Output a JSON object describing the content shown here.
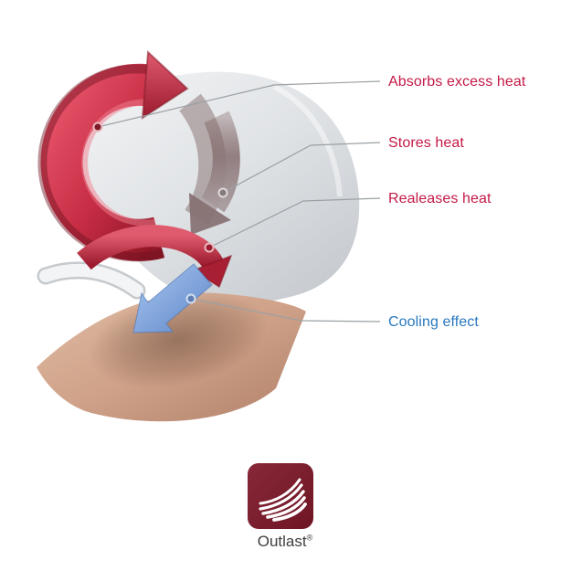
{
  "background": "#ffffff",
  "callouts": [
    {
      "id": "absorbs",
      "text": "Absorbs excess heat",
      "color": "#c41946"
    },
    {
      "id": "stores",
      "text": "Stores heat",
      "color": "#c41946"
    },
    {
      "id": "releases",
      "text": "Realeases heat",
      "color": "#c41946"
    },
    {
      "id": "cooling",
      "text": "Cooling effect",
      "color": "#2878be"
    }
  ],
  "diagram_colors": {
    "heat_arrow_red": "#c62c44",
    "stores_arrow_gray": "#8a7476",
    "cooling_arrow_blue": "#7da2e0",
    "fabric_gray": "#dfe2e5",
    "skin_tan": "#cfa289"
  },
  "logo": {
    "brand": "Outlast",
    "registered_mark": "®",
    "box_color": "#7b1f2d",
    "icon": "wave-swoosh-icon"
  }
}
